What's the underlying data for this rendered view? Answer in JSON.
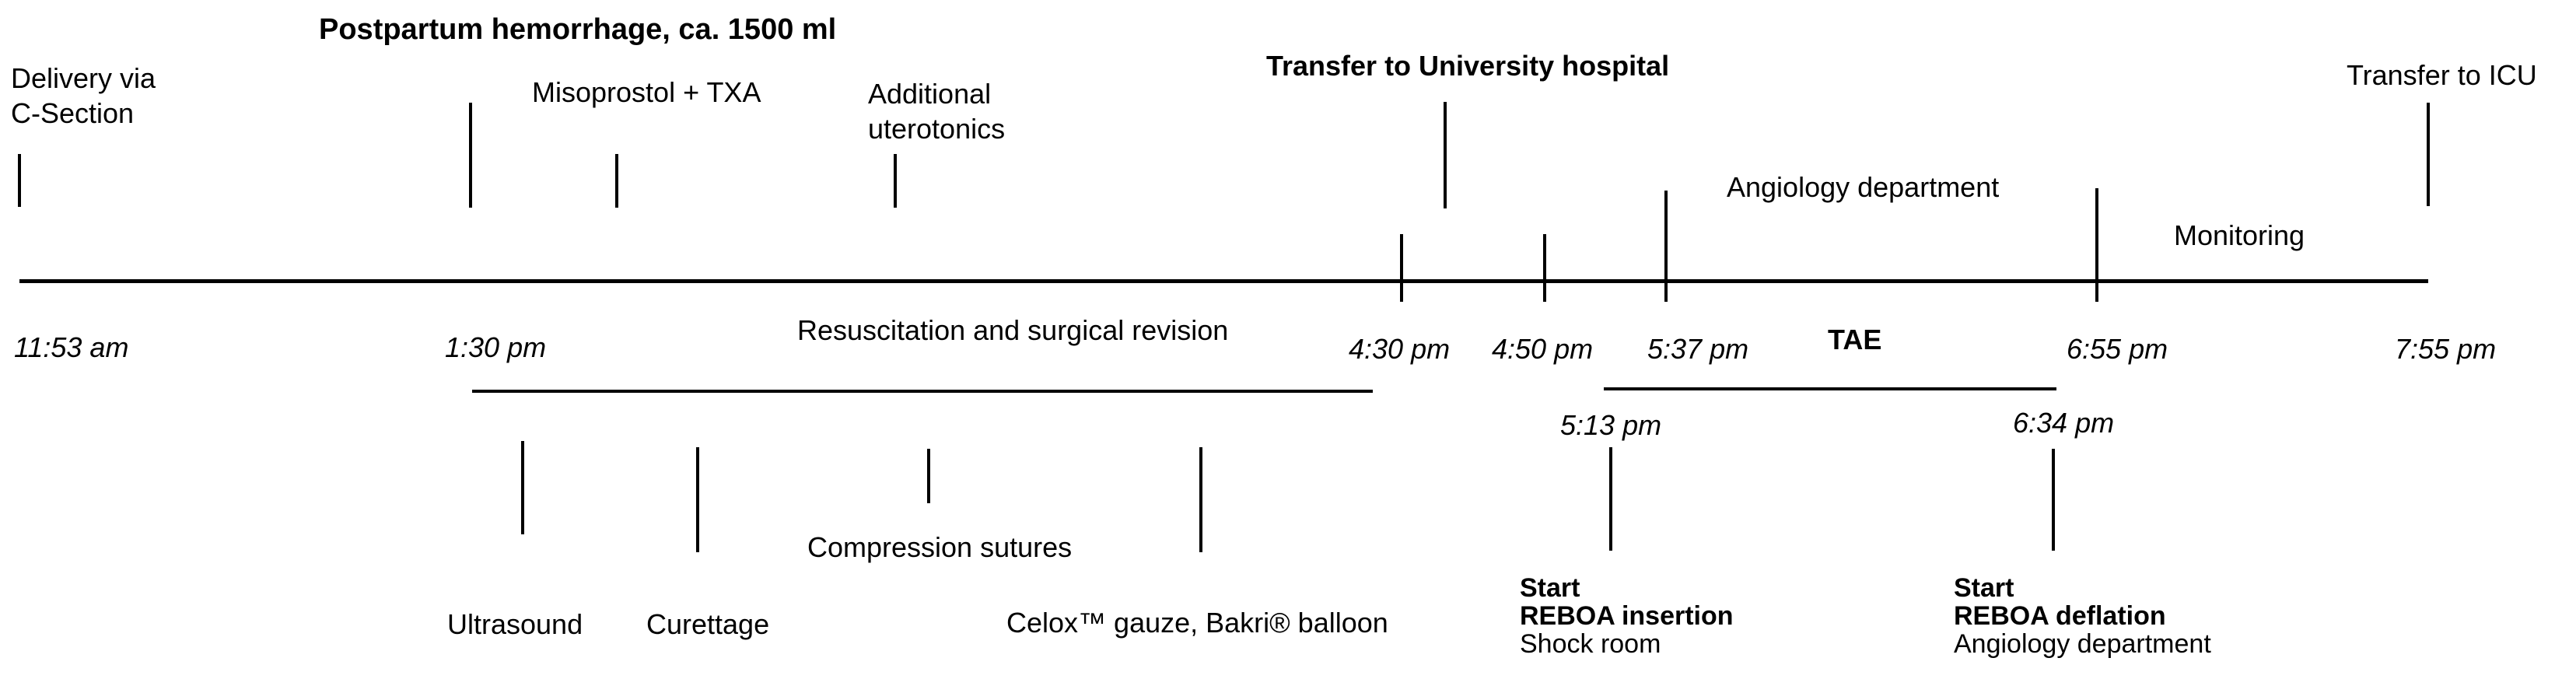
{
  "diagram": {
    "title": "Postpartum hemorrhage, ca. 1500 ml",
    "events": {
      "delivery": "Delivery via\nC-Section",
      "misoprostol": "Misoprostol + TXA",
      "uterotonics": "Additional\nuterotonics",
      "transfer_university": "Transfer to University hospital",
      "angiology_department": "Angiology department",
      "monitoring": "Monitoring",
      "transfer_icu": "Transfer to ICU"
    },
    "times": {
      "delivery": "11:53 am",
      "revision_start": "1:30 pm",
      "transfer": "4:30 pm",
      "arrival": "4:50 pm",
      "angiology_start": "5:37 pm",
      "angiology_end": "6:55 pm",
      "icu": "7:55 pm",
      "reboa_insertion": "5:13 pm",
      "reboa_deflation": "6:34 pm"
    },
    "phases": {
      "resuscitation": "Resuscitation and surgical revision",
      "tae": "TAE"
    },
    "procedures": {
      "ultrasound": "Ultrasound",
      "curettage": "Curettage",
      "compression_sutures": "Compression sutures",
      "celox_bakri": "Celox™ gauze, Bakri® balloon"
    },
    "reboa": {
      "insertion_heading": "Start\nREBOA insertion",
      "insertion_location": "Shock room",
      "deflation_heading": "Start\nREBOA deflation",
      "deflation_location": "Angiology department"
    }
  }
}
